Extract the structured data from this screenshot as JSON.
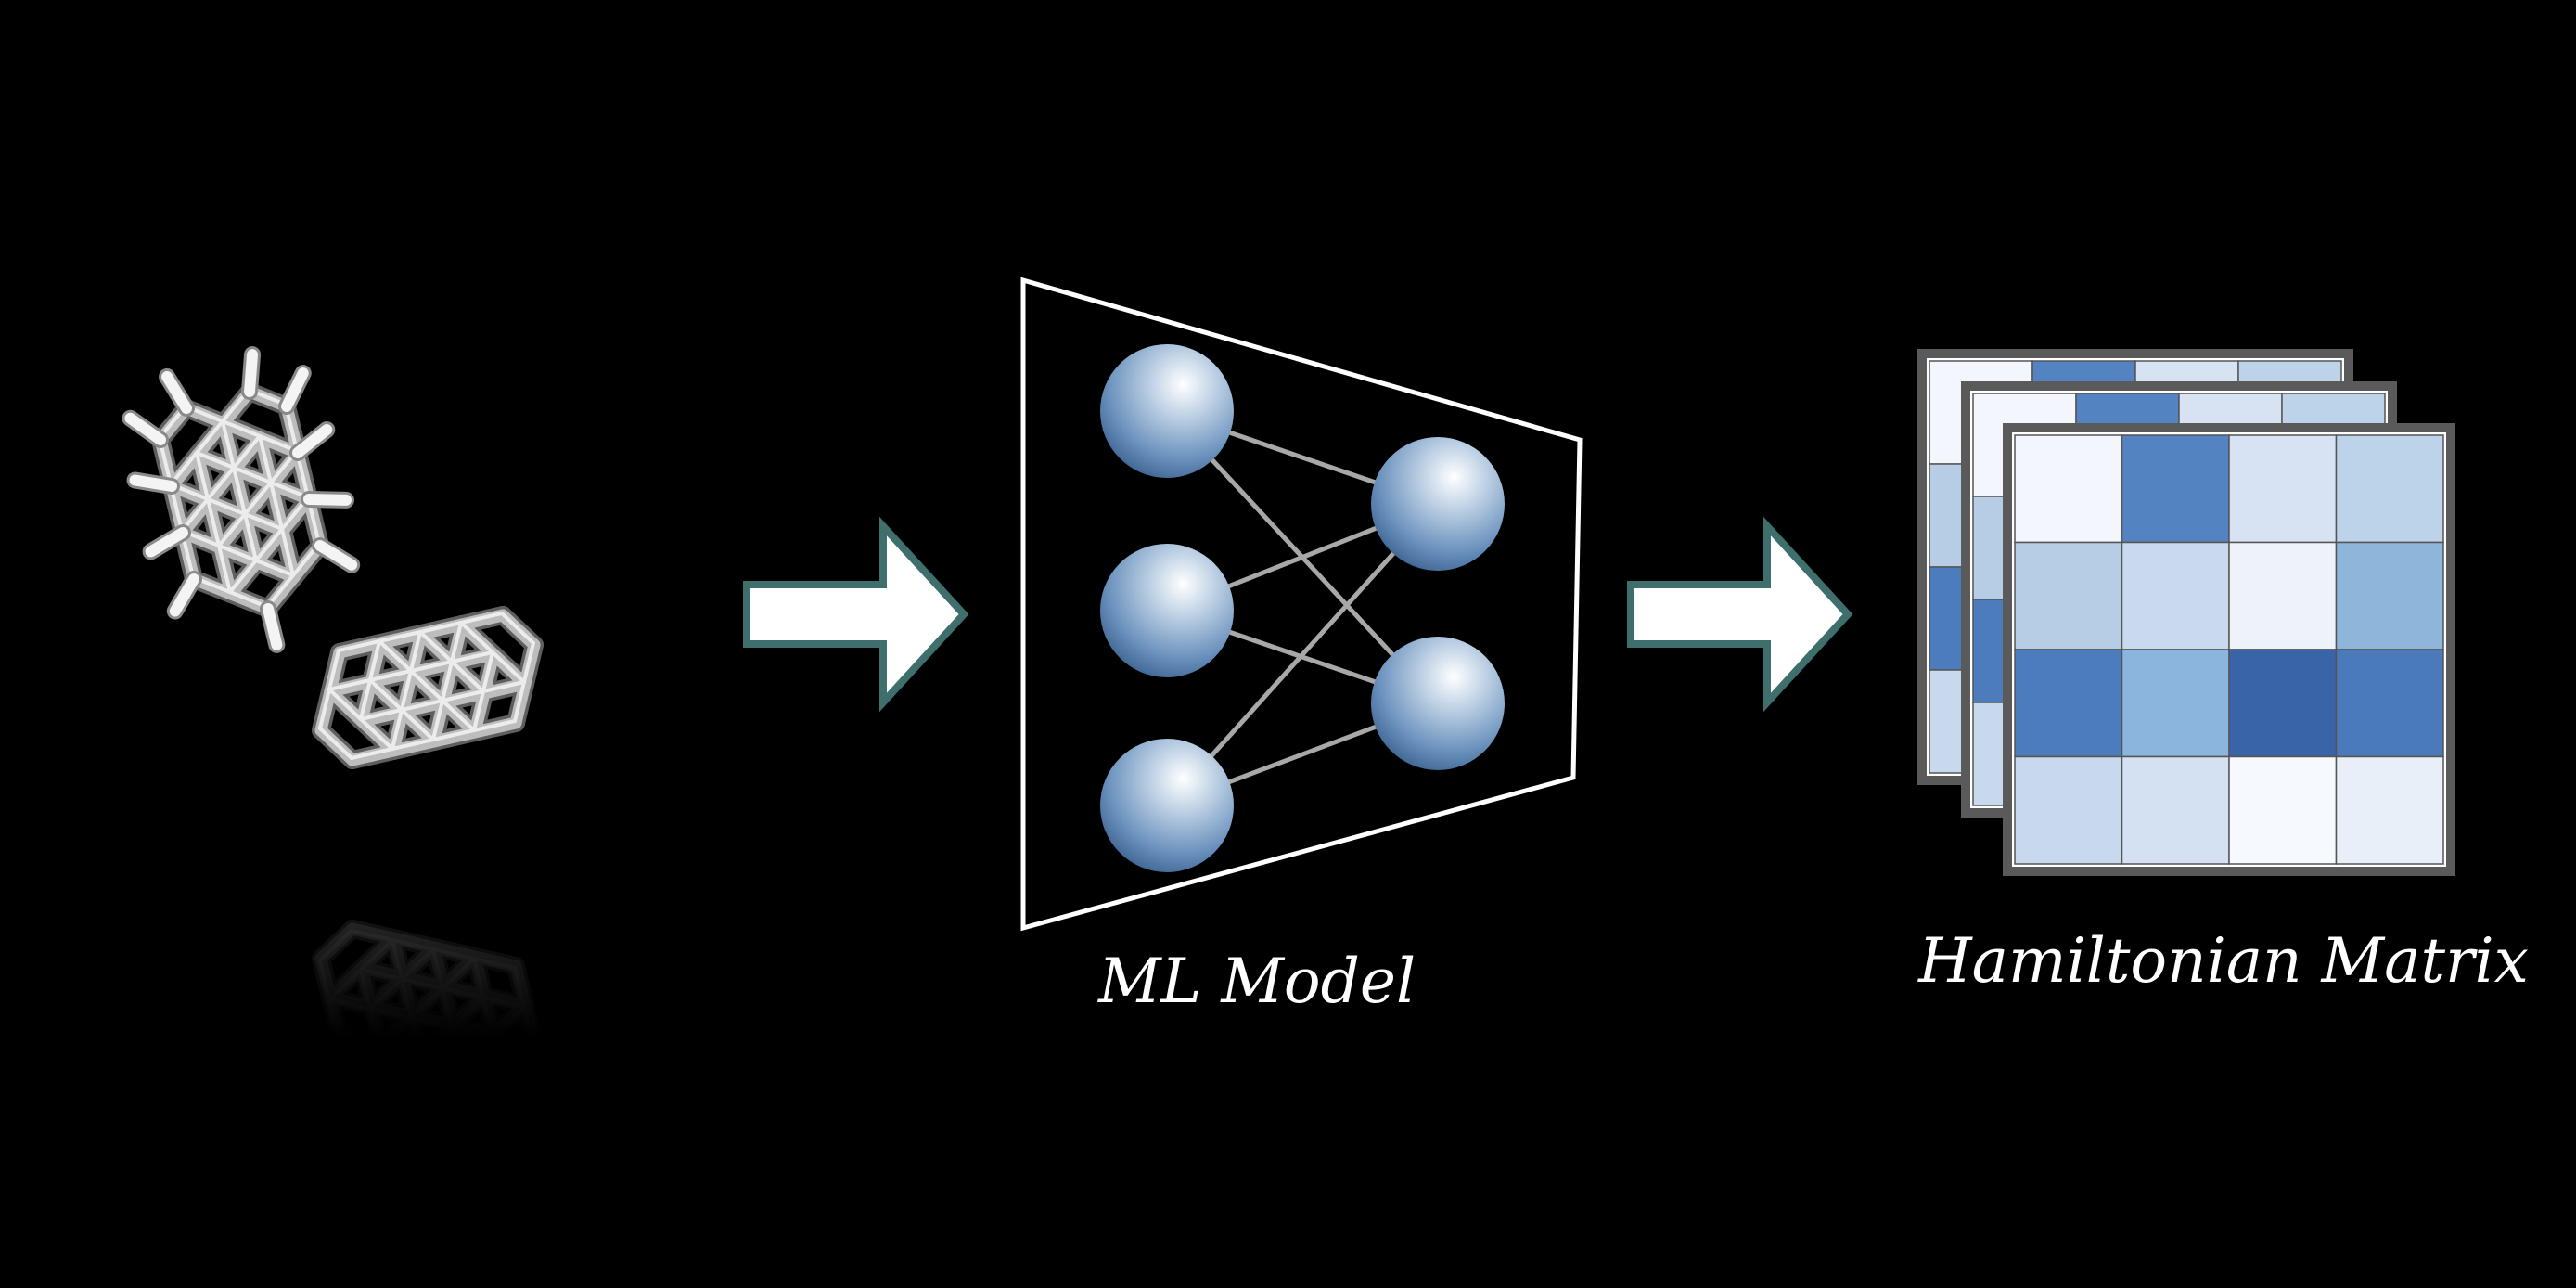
{
  "labels": {
    "model": "ML Model",
    "output": "Hamiltonian Matrix"
  },
  "colors": {
    "background": "#000000",
    "arrow_fill": "#ffffff",
    "arrow_stroke": "#3f6f6c",
    "trapezoid_stroke": "#ffffff",
    "node_base": "#5f88b8",
    "matrix_frame": "#555555"
  },
  "network": {
    "input_nodes": 3,
    "output_nodes": 2
  },
  "matrix": {
    "front_cells": [
      [
        "#f3f7fd",
        "#5383c0",
        "#d7e3f3",
        "#bdd3ea"
      ],
      [
        "#b6cde5",
        "#c9daef",
        "#eef3fa",
        "#8eb6db"
      ],
      [
        "#4d7cbc",
        "#8bb5dc",
        "#3a64a8",
        "#4b7abb"
      ],
      [
        "#c8d9ee",
        "#d3e1f3",
        "#f6f9fd",
        "#e8eff8"
      ]
    ],
    "back_row": [
      "#f3f7fd",
      "#5383c0",
      "#d7e3f3",
      "#bdd3ea"
    ],
    "back_col": [
      "#f3f7fd",
      "#b6cde5",
      "#4d7cbc",
      "#c8d9ee"
    ]
  },
  "icons": {
    "input": "molecule-icon",
    "model": "neural-network-icon",
    "output": "matrix-stack-icon"
  }
}
